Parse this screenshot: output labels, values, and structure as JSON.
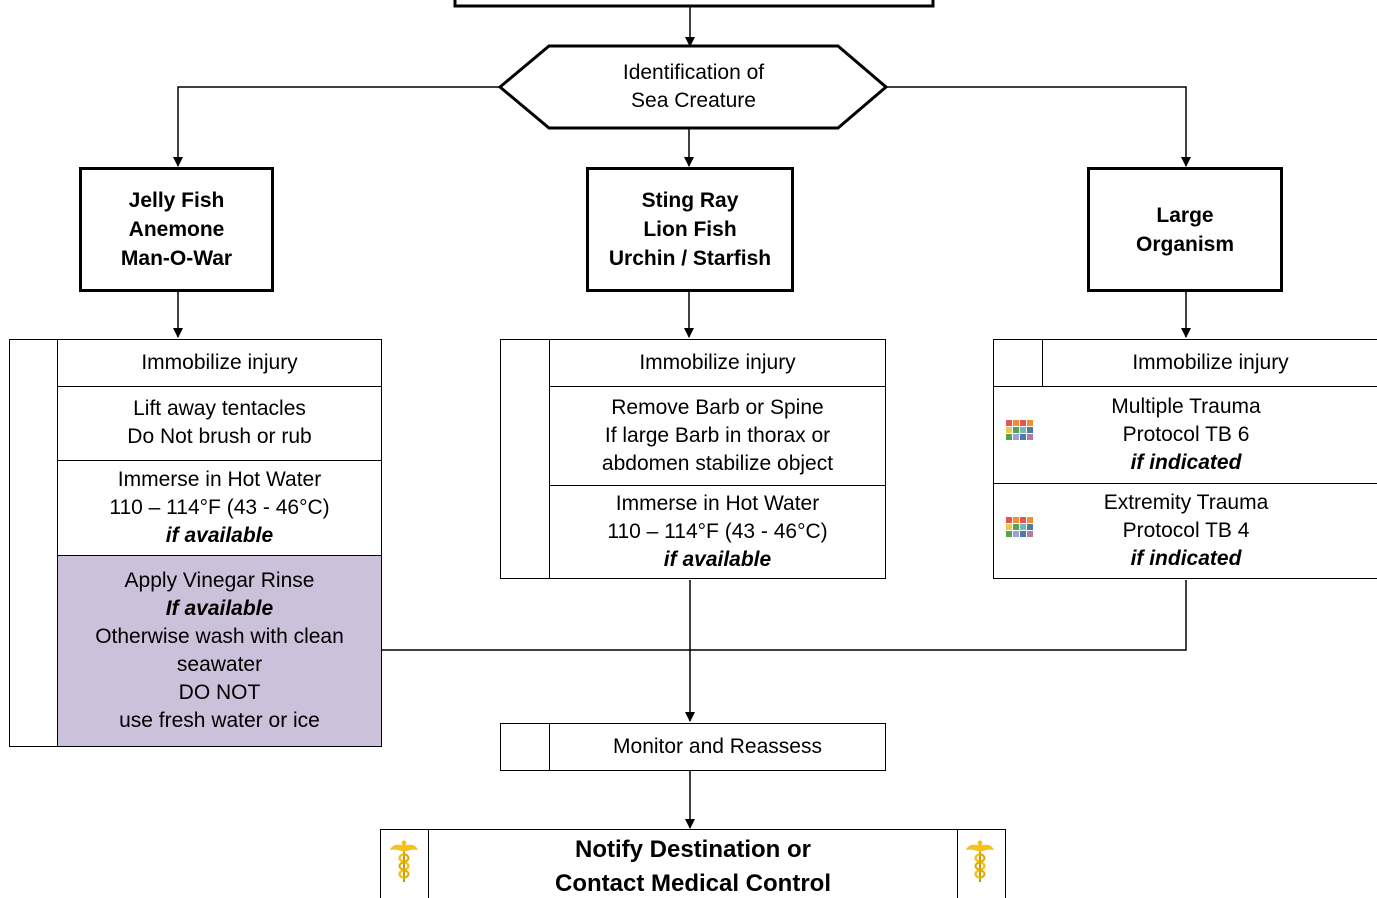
{
  "diagram": {
    "decision": {
      "line1": "Identification of",
      "line2": "Sea Creature"
    },
    "categories": {
      "jelly": [
        "Jelly Fish",
        "Anemone",
        "Man-O-War"
      ],
      "sting": [
        "Sting Ray",
        "Lion Fish",
        "Urchin / Starfish"
      ],
      "large": [
        "Large",
        "Organism"
      ]
    },
    "jelly_steps": {
      "immobilize": "Immobilize injury",
      "tentacles": [
        "Lift away tentacles",
        "Do Not brush or rub"
      ],
      "hot_water": [
        "Immerse in Hot Water",
        "110 – 114°F (43 - 46°C)",
        "if available"
      ],
      "vinegar": [
        "Apply Vinegar Rinse",
        "If available",
        "Otherwise wash with clean",
        "seawater",
        "DO NOT",
        "use fresh water or ice"
      ]
    },
    "sting_steps": {
      "immobilize": "Immobilize injury",
      "barb": [
        "Remove Barb or Spine",
        "If large Barb in thorax or",
        "abdomen stabilize object"
      ],
      "hot_water": [
        "Immerse in Hot Water",
        "110 – 114°F (43 - 46°C)",
        "if available"
      ]
    },
    "large_steps": {
      "immobilize": "Immobilize injury",
      "multiple": [
        "Multiple Trauma",
        "Protocol TB 6",
        "if indicated"
      ],
      "extremity": [
        "Extremity Trauma",
        "Protocol TB 4",
        "if indicated"
      ]
    },
    "monitor": "Monitor and Reassess",
    "notify": [
      "Notify Destination or",
      "Contact Medical Control"
    ]
  },
  "colors": {
    "vinegar_fill": "#ccc1da",
    "caduceus": "#f5c21b",
    "icon_grid": [
      "#e15759",
      "#f28e2b",
      "#e15759",
      "#f28e2b",
      "#edc948",
      "#59a14f",
      "#76b7b2",
      "#4e79a7",
      "#59a14f",
      "#9c9ede",
      "#4e79a7",
      "#b07aa1"
    ]
  },
  "icons": [
    "protocol-grid-icon",
    "caduceus-icon"
  ]
}
